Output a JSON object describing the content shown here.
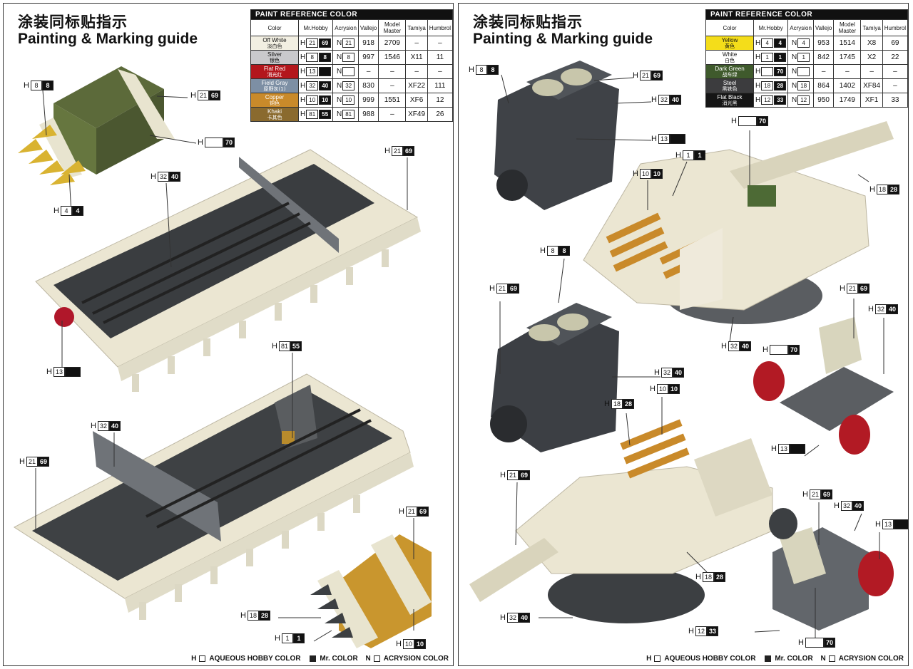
{
  "left": {
    "title_cn": "涂装同标贴指示",
    "title_en": "Painting & Marking guide",
    "footer": {
      "h": "AQUEOUS HOBBY COLOR",
      "mr": "Mr. COLOR",
      "n": "ACRYSION COLOR"
    },
    "table": {
      "title": "PAINT  REFERENCE COLOR",
      "headers": [
        "Color",
        "Mr.Hobby",
        "Acrysion",
        "Vallejo",
        "Model Master",
        "Tamiya",
        "Humbrol"
      ],
      "rows": [
        {
          "en": "Off White",
          "cn": "淡白色",
          "color": "#f2efe2",
          "text": "#111",
          "h": [
            "21",
            "69"
          ],
          "n": "21",
          "vallejo": "918",
          "mm": "2709",
          "tamiya": "–",
          "humbrol": "–"
        },
        {
          "en": "Silver",
          "cn": "银色",
          "color": "#c9c9cc",
          "text": "#111",
          "h": [
            "8",
            "8"
          ],
          "n": "8",
          "vallejo": "997",
          "mm": "1546",
          "tamiya": "X11",
          "humbrol": "11"
        },
        {
          "en": "Flat Red",
          "cn": "消光红",
          "color": "#b3161c",
          "text": "#fff",
          "h": [
            "13",
            ""
          ],
          "n": "",
          "vallejo": "–",
          "mm": "–",
          "tamiya": "–",
          "humbrol": "–"
        },
        {
          "en": "Field Gray",
          "cn": "原野灰(1)",
          "color": "#7d8fa4",
          "text": "#fff",
          "h": [
            "32",
            "40"
          ],
          "n": "32",
          "vallejo": "830",
          "mm": "–",
          "tamiya": "XF22",
          "humbrol": "111"
        },
        {
          "en": "Copper",
          "cn": "铜色",
          "color": "#c98a2a",
          "text": "#fff",
          "h": [
            "10",
            "10"
          ],
          "n": "10",
          "vallejo": "999",
          "mm": "1551",
          "tamiya": "XF6",
          "humbrol": "12"
        },
        {
          "en": "Khaki",
          "cn": "卡其色",
          "color": "#8a6a2e",
          "text": "#fff",
          "h": [
            "81",
            "55"
          ],
          "n": "81",
          "vallejo": "988",
          "mm": "–",
          "tamiya": "XF49",
          "humbrol": "26"
        }
      ]
    },
    "callouts": [
      {
        "a": "8",
        "b": "8"
      },
      {
        "a": "21",
        "b": "69"
      },
      {
        "a": "",
        "b": "70"
      },
      {
        "a": "21",
        "b": "69"
      },
      {
        "a": "32",
        "b": "40"
      },
      {
        "a": "4",
        "b": "4"
      },
      {
        "a": "13",
        "b": ""
      },
      {
        "a": "81",
        "b": "55"
      },
      {
        "a": "32",
        "b": "40"
      },
      {
        "a": "21",
        "b": "69"
      },
      {
        "a": "21",
        "b": "69"
      },
      {
        "a": "18",
        "b": "28"
      },
      {
        "a": "1",
        "b": "1"
      },
      {
        "a": "10",
        "b": "10"
      }
    ]
  },
  "right": {
    "title_cn": "涂装同标贴指示",
    "title_en": "Painting & Marking guide",
    "footer": {
      "h": "AQUEOUS HOBBY COLOR",
      "mr": "Mr. COLOR",
      "n": "ACRYSION COLOR"
    },
    "table": {
      "title": "PAINT  REFERENCE COLOR",
      "headers": [
        "Color",
        "Mr.Hobby",
        "Acrysion",
        "Vallejo",
        "Model Master",
        "Tamiya",
        "Humbrol"
      ],
      "rows": [
        {
          "en": "Yellow",
          "cn": "黄色",
          "color": "#f4dd1a",
          "text": "#111",
          "h": [
            "4",
            "4"
          ],
          "n": "4",
          "vallejo": "953",
          "mm": "1514",
          "tamiya": "X8",
          "humbrol": "69"
        },
        {
          "en": "White",
          "cn": "白色",
          "color": "#ffffff",
          "text": "#111",
          "h": [
            "1",
            "1"
          ],
          "n": "1",
          "vallejo": "842",
          "mm": "1745",
          "tamiya": "X2",
          "humbrol": "22"
        },
        {
          "en": "Dark Green",
          "cn": "战车绿",
          "color": "#3f5a2c",
          "text": "#fff",
          "h": [
            "",
            "70"
          ],
          "n": "",
          "vallejo": "–",
          "mm": "–",
          "tamiya": "–",
          "humbrol": "–"
        },
        {
          "en": "Steel",
          "cn": "黑铁色",
          "color": "#3c3c3e",
          "text": "#fff",
          "h": [
            "18",
            "28"
          ],
          "n": "18",
          "vallejo": "864",
          "mm": "1402",
          "tamiya": "XF84",
          "humbrol": "–"
        },
        {
          "en": "Flat Black",
          "cn": "消光黑",
          "color": "#151515",
          "text": "#fff",
          "h": [
            "12",
            "33"
          ],
          "n": "12",
          "vallejo": "950",
          "mm": "1749",
          "tamiya": "XF1",
          "humbrol": "33"
        }
      ]
    },
    "callouts": [
      {
        "a": "8",
        "b": "8"
      },
      {
        "a": "21",
        "b": "69"
      },
      {
        "a": "32",
        "b": "40"
      },
      {
        "a": "13",
        "b": ""
      },
      {
        "a": "",
        "b": "70"
      },
      {
        "a": "1",
        "b": "1"
      },
      {
        "a": "10",
        "b": "10"
      },
      {
        "a": "18",
        "b": "28"
      },
      {
        "a": "8",
        "b": "8"
      },
      {
        "a": "21",
        "b": "69"
      },
      {
        "a": "21",
        "b": "69"
      },
      {
        "a": "32",
        "b": "40"
      },
      {
        "a": "32",
        "b": "40"
      },
      {
        "a": "",
        "b": "70"
      },
      {
        "a": "32",
        "b": "40"
      },
      {
        "a": "10",
        "b": "10"
      },
      {
        "a": "18",
        "b": "28"
      },
      {
        "a": "13",
        "b": ""
      },
      {
        "a": "21",
        "b": "69"
      },
      {
        "a": "21",
        "b": "69"
      },
      {
        "a": "32",
        "b": "40"
      },
      {
        "a": "13",
        "b": ""
      },
      {
        "a": "18",
        "b": "28"
      },
      {
        "a": "32",
        "b": "40"
      },
      {
        "a": "12",
        "b": "33"
      },
      {
        "a": "",
        "b": "70"
      }
    ]
  }
}
